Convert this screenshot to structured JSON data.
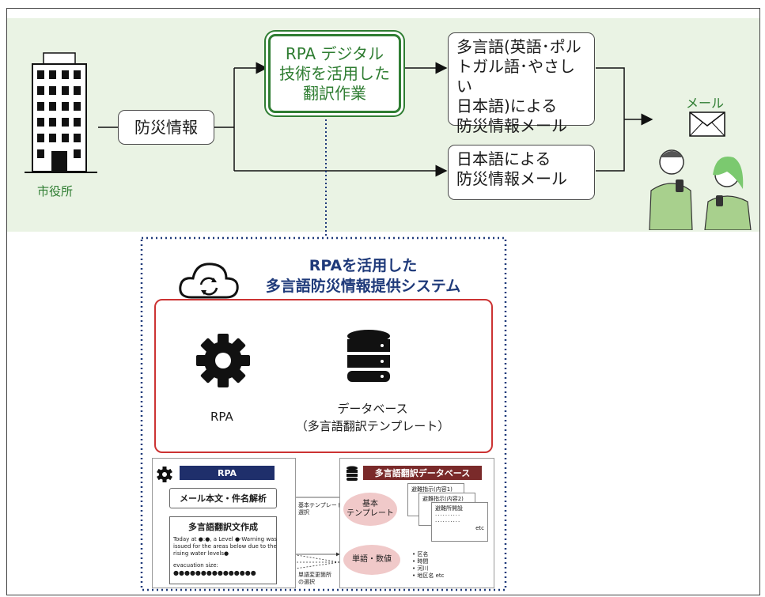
{
  "city_hall_label": "市役所",
  "disaster_info": "防災情報",
  "rpa_box": [
    "RPA デジタル",
    "技術を活用した",
    "翻訳作業"
  ],
  "multi_box": [
    "多言語(英語･ポル",
    "トガル語･やさしい",
    "日本語)による",
    "防災情報メール"
  ],
  "japanese_box": [
    "日本語による",
    "防災情報メール"
  ],
  "mail_label": "メール",
  "system_title": [
    "RPAを活用した",
    "多言語防災情報提供システム"
  ],
  "rpa_label": "RPA",
  "db_label": [
    "データベース",
    "（多言語翻訳テンプレート）"
  ],
  "detail": {
    "rpa_header": "RPA",
    "db_header": "多言語翻訳データベース",
    "mail_parse": "メール本文・件名解析",
    "translate": "多言語翻訳文作成",
    "sample_text": [
      "Today at ●:●, a Level ●-Warning was",
      "issued for the areas below due to the",
      "rising water levels●"
    ],
    "evac_label": "evacuation size:",
    "dots": "●●●●●●●●●●●●●●●",
    "basic_template_arrow": [
      "基本テンプレート",
      "選択"
    ],
    "vocab_arrow": [
      "単語変更箇所",
      "の選択"
    ],
    "basic_template": [
      "基本",
      "テンプレート"
    ],
    "word_number": "単語・数値",
    "doc1": "避難指示(内容1)",
    "doc2": "避難指示(内容2)",
    "doc3": "避難所開設",
    "doc_etc": "etc",
    "bullets": [
      "区名",
      "時間",
      "河川",
      "地区名 etc"
    ]
  },
  "colors": {
    "band": "#eaf3e4",
    "green": "#2f7d32",
    "navy": "#1f3a7a",
    "red": "#c33333",
    "db_header": "#7a2a2a"
  }
}
